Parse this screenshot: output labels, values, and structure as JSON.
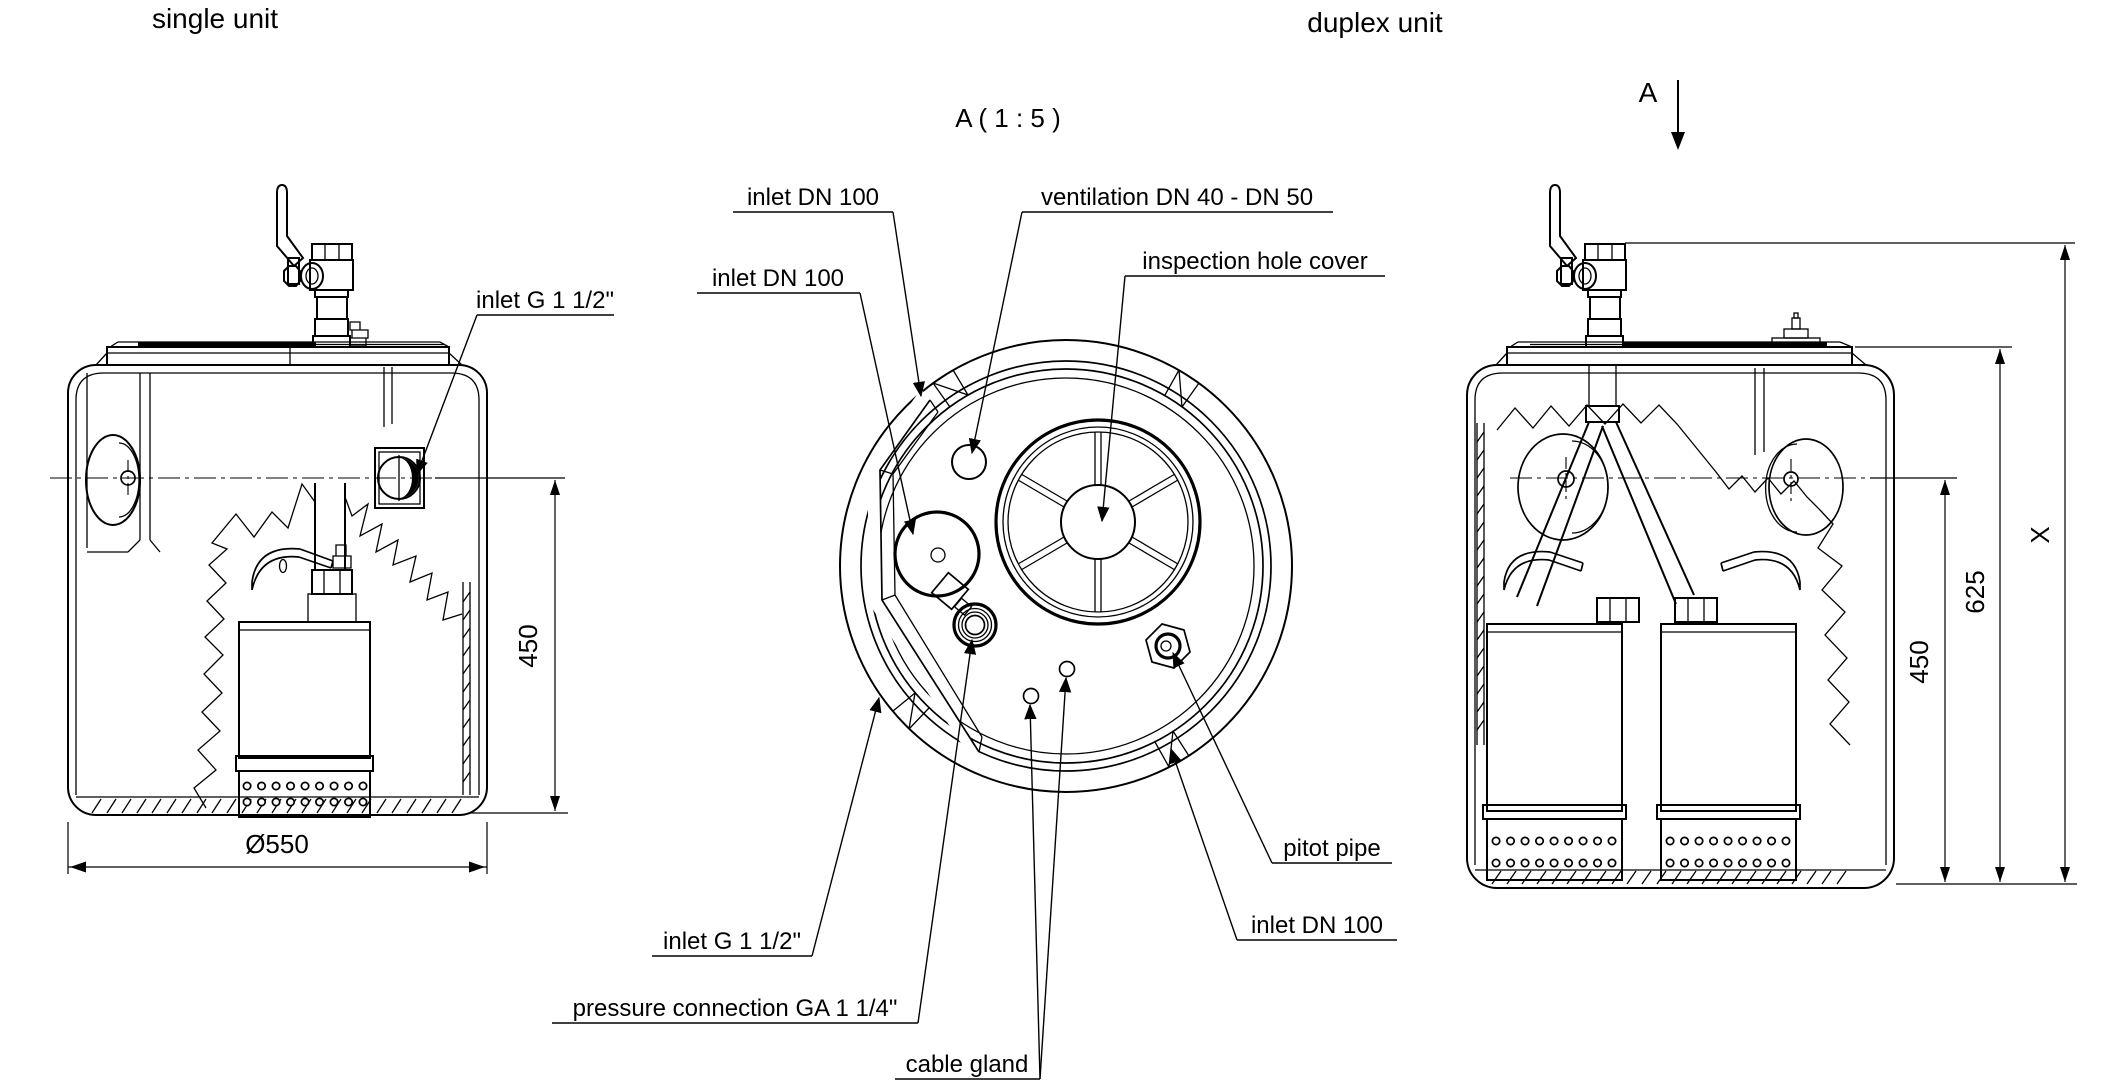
{
  "titles": {
    "single_unit": "single unit",
    "duplex_unit": "duplex unit",
    "detail_view": "A ( 1 : 5 )",
    "section_marker": "A"
  },
  "labels": {
    "inlet_dn100_top": "inlet DN 100",
    "inlet_dn100_left": "inlet DN 100",
    "ventilation": "ventilation DN 40 - DN 50",
    "inspection_hole_cover": "inspection hole cover",
    "inlet_g_single": "inlet G 1 1/2\"",
    "inlet_g_top": "inlet G 1 1/2\"",
    "pressure_connection": "pressure connection GA 1 1/4\"",
    "cable_gland": "cable gland",
    "pitot_pipe": "pitot pipe",
    "inlet_dn100_right": "inlet DN 100"
  },
  "dimensions": {
    "single_height": "450",
    "single_diameter": "Ø550",
    "duplex_height_inlet": "450",
    "duplex_height_lid": "625",
    "duplex_height_total": "X"
  },
  "colors": {
    "ink": "#000000",
    "background": "#ffffff"
  }
}
